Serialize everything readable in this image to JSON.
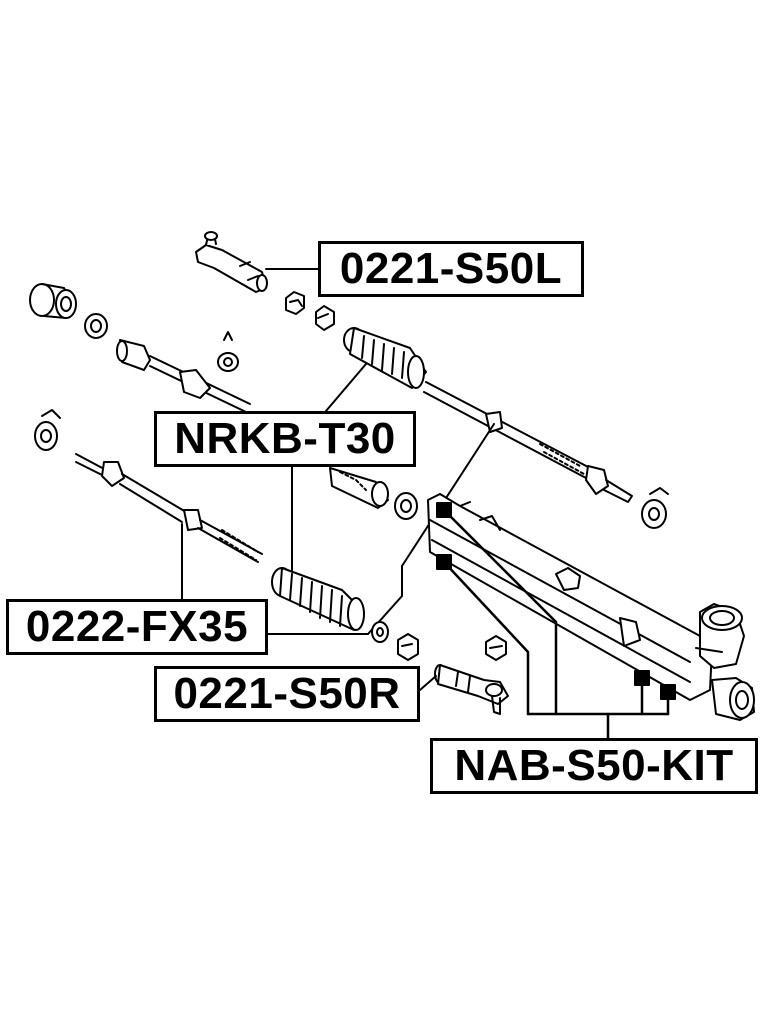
{
  "labels": {
    "tie_rod_end_left": "0221-S50L",
    "rack_boot": "NRKB-T30",
    "tie_rod_axle": "0222-FX35",
    "tie_rod_end_right": "0221-S50R",
    "bushing_kit": "NAB-S50-KIT"
  },
  "colors": {
    "line": "#000000",
    "background": "#ffffff"
  }
}
